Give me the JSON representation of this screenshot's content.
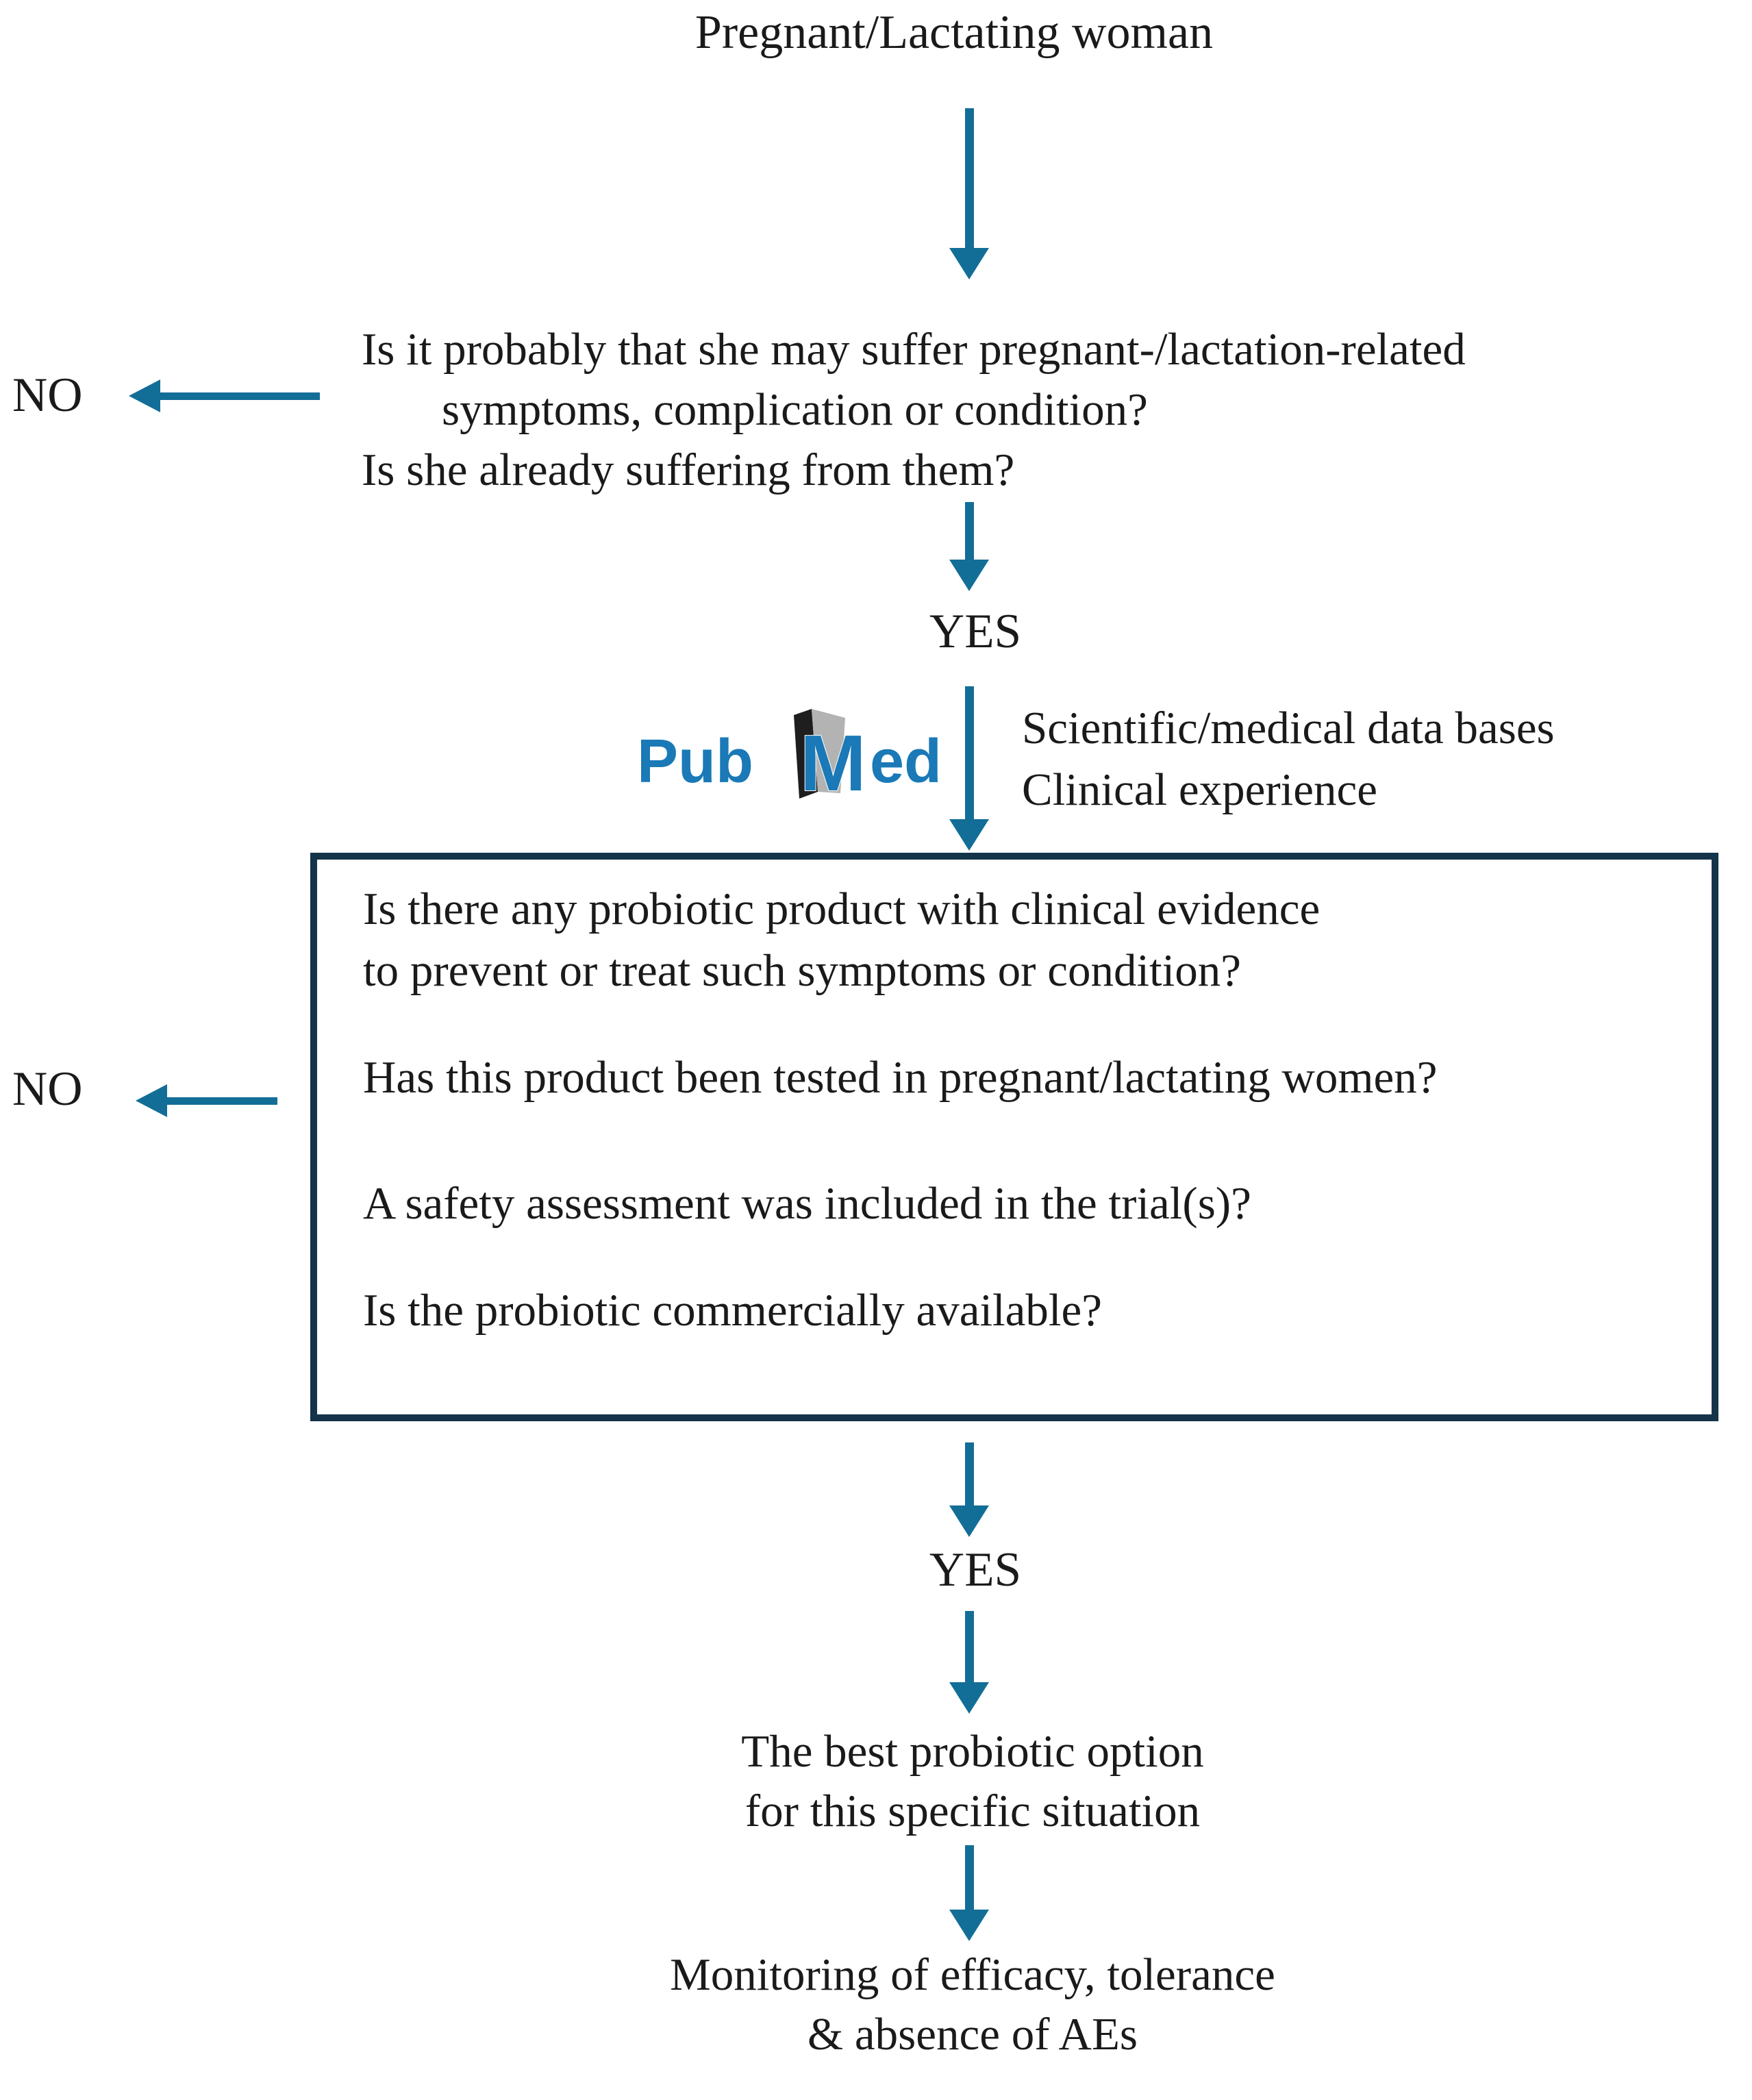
{
  "colors": {
    "arrow_teal": "#136e97",
    "box_border_navy": "#153349",
    "pubmed_blue": "#1a79b6",
    "book_black": "#1e1e1e",
    "book_gray": "#b3b3b3",
    "text": "#1a1a1a"
  },
  "flowchart": {
    "start_node": "Pregnant/Lactating woman",
    "no_label_1": "NO",
    "no_label_2": "NO",
    "yes_label_1": "YES",
    "yes_label_2": "YES",
    "question1": {
      "line1": "Is it probably that she may suffer pregnant-/lactation-related",
      "line2": "symptoms, complication or condition?",
      "line3": "Is she already suffering from them?"
    },
    "pubmed_logo": {
      "pub": "Pub",
      "m": "M",
      "ed": "ed"
    },
    "sources": {
      "line1": "Scientific/medical data bases",
      "line2": "Clinical experience"
    },
    "box": {
      "q1_line1": "Is there any probiotic product with clinical evidence",
      "q1_line2": "to prevent or treat such symptoms or condition?",
      "q2": "Has this product been tested in pregnant/lactating women?",
      "q3": "A safety assessment was included in the trial(s)?",
      "q4": "Is the probiotic commercially available?"
    },
    "best_option": {
      "line1": "The best probiotic option",
      "line2": "for this specific situation"
    },
    "monitoring": {
      "line1": "Monitoring of efficacy, tolerance",
      "line2": "& absence of AEs"
    }
  }
}
